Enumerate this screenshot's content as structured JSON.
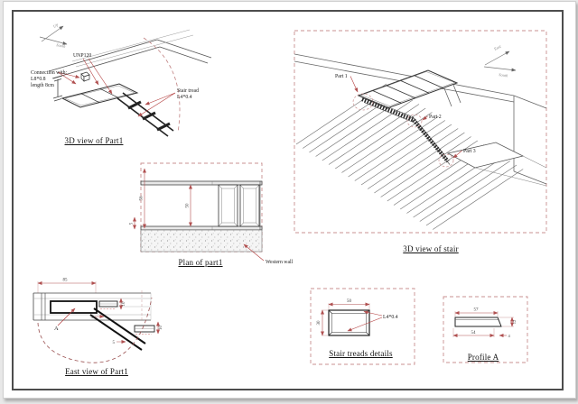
{
  "sheet": {
    "background": "#ffffff",
    "frame_color": "#4d4d4d",
    "accent_red": "#b23b3b",
    "dashed_red": "#c99090"
  },
  "part1_3d": {
    "title": "3D view of Part1",
    "compass_up": "Up",
    "compass_south": "South",
    "label_unp": "UNP120",
    "connection_note_1": "Connection with:",
    "connection_note_2": "L8*0.8",
    "connection_note_3": "length 8cm",
    "tread_note_1": "Stair tread",
    "tread_note_2": "L4*0.4"
  },
  "plan": {
    "title": "Plan of part1",
    "dim_depth": "56",
    "dim_clear": "50",
    "dim_wall": "5",
    "wall_label": "Western wall"
  },
  "stair_3d": {
    "title": "3D view of stair",
    "compass_east": "East",
    "compass_south": "South",
    "part1": "Part 1",
    "part2": "Part 2",
    "part3": "Part 3"
  },
  "east_view": {
    "title": "East view of Part1",
    "label_a": "A",
    "dim_top": "85",
    "dim_off1": "5",
    "dim_off2": "5",
    "dim_t1": "10",
    "dim_t2": "10"
  },
  "treads_detail": {
    "title": "Stair treads details",
    "dim_width": "50",
    "dim_height": "30",
    "label_profile": "L4*0.4"
  },
  "profile_a": {
    "title": "Profile A",
    "dim_top": "57",
    "dim_bottom": "54",
    "dim_height": "12",
    "dim_end": "4"
  }
}
